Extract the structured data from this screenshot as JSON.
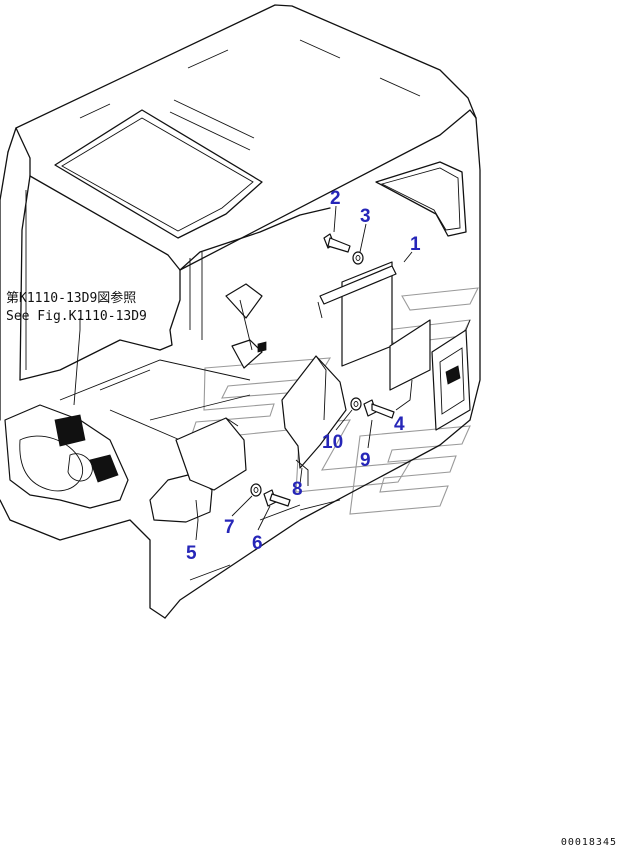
{
  "reference_note": {
    "japanese": "第K1110-13D9図参照",
    "english": "See Fig.K1110-13D9"
  },
  "callouts": [
    {
      "id": "1",
      "label": "1"
    },
    {
      "id": "2",
      "label": "2"
    },
    {
      "id": "3",
      "label": "3"
    },
    {
      "id": "4",
      "label": "4"
    },
    {
      "id": "5",
      "label": "5"
    },
    {
      "id": "6",
      "label": "6"
    },
    {
      "id": "7",
      "label": "7"
    },
    {
      "id": "8",
      "label": "8"
    },
    {
      "id": "9",
      "label": "9"
    },
    {
      "id": "10",
      "label": "10"
    }
  ],
  "figure_code": "00018345",
  "colors": {
    "callout": "#2626b8",
    "line": "#111111",
    "watermark": "#9a9a9a",
    "background": "#ffffff"
  }
}
